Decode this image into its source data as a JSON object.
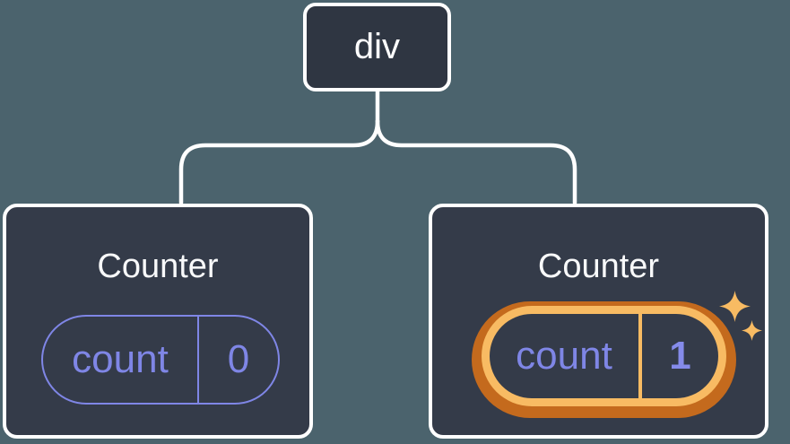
{
  "diagram": {
    "title": "component-tree-state-diagram",
    "root_node": {
      "label": "div"
    },
    "children": [
      {
        "title": "Counter",
        "state": {
          "key": "count",
          "value": "0"
        },
        "highlighted": false
      },
      {
        "title": "Counter",
        "state": {
          "key": "count",
          "value": "1"
        },
        "highlighted": true,
        "highlight_icon": "sparkle-icon"
      }
    ]
  },
  "colors": {
    "background": "#4b636d",
    "node_fill": "#2f3642",
    "card_fill": "#343b49",
    "outline_white": "#ffffff",
    "state_purple": "#7f86e6",
    "highlight_orange_dark": "#c46a1d",
    "highlight_orange_light": "#f8bb63"
  }
}
